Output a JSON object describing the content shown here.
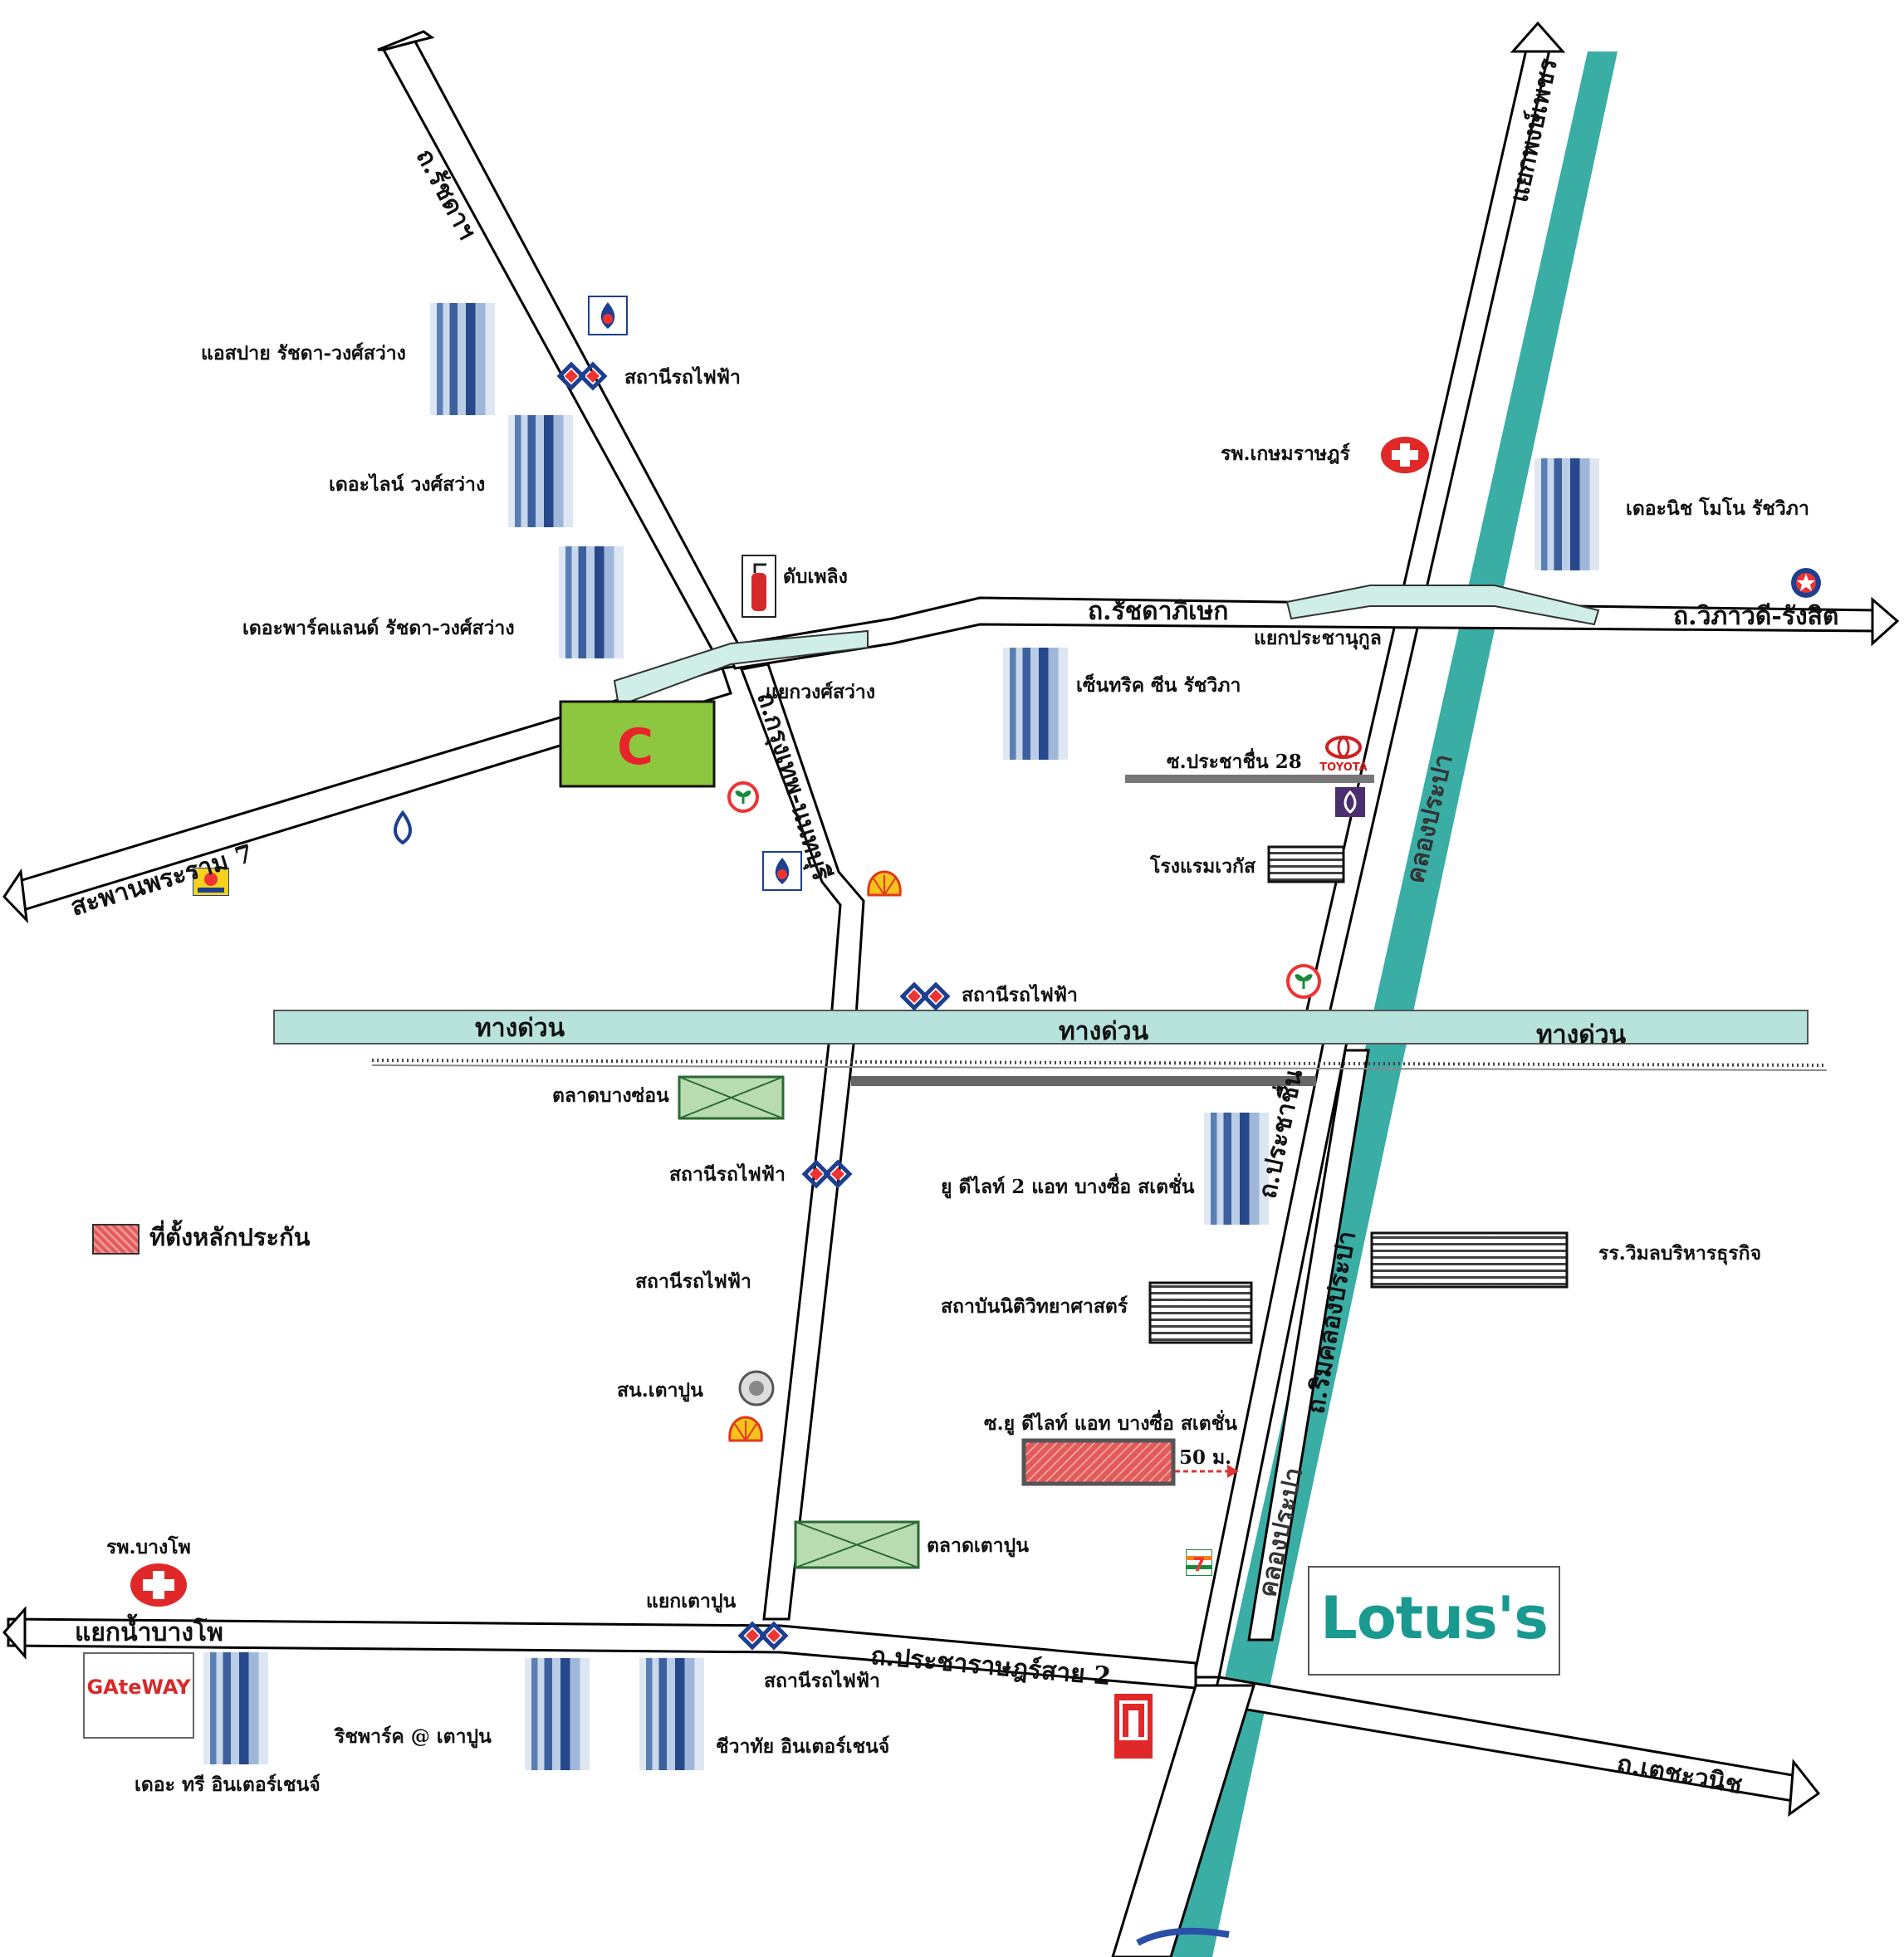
{
  "roads": {
    "north_road": "ถ.รัชดาฯ",
    "ratchadaphisek": "ถ.รัชดาภิเษก",
    "vibhavadi": "ถ.วิภาวดี-รังสิต",
    "phongphet": "แยกพงษ์เพชร",
    "rama7": "สะพานพระราม 7",
    "krungthep_nonthaburi": "ถ.กรุงเทพ-นนทบุรี",
    "pracha_chuen": "ถ.ประชาชื่น",
    "rim_khlong": "ถ.ริมคลองประปา",
    "khlong_prapa_1": "คลองประปา",
    "khlong_prapa_2": "คลองประปา",
    "expressway_1": "ทางด่วน",
    "expressway_2": "ทางด่วน",
    "expressway_3": "ทางด่วน",
    "nam_bang_pho": "แยกน้ำบางโพ",
    "pracharat_sai_2": "ถ.ประชาราษฎร์สาย 2",
    "techawanit": "ถ.เตชะวนิช",
    "soi_pracha_chuen_28": "ซ.ประชาชื่น 28",
    "soi_udelight": "ซ.ยู ดีไลท์ แอท บางซื่อ สเตชั่น"
  },
  "places": {
    "espire": "แอสปาย รัชดา-วงศ์สว่าง",
    "station_wongsawang": "สถานีรถไฟฟ้า",
    "the_line": "เดอะไลน์ วงศ์สว่าง",
    "fire_station": "ดับเพลิง",
    "the_parkland": "เดอะพาร์คแลนด์ รัชดา-วงศ์สว่าง",
    "kaset_hospital": "รพ.เกษมราษฎร์",
    "the_niche": "เดอะนิช โมโน รัชวิภา",
    "yaek_prachanukun": "แยกประชานุกูล",
    "yaek_wongsawang": "แยกวงศ์สว่าง",
    "centric_scene": "เซ็นทริค ซีน รัชวิภา",
    "hotel_wekas": "โรงแรมเวกัส",
    "station_2": "สถานีรถไฟฟ้า",
    "bang_son_market": "ตลาดบางซ่อน",
    "station_3": "สถานีรถไฟฟ้า",
    "udelight_2": "ยู ดีไลท์ 2 แอท บางซื่อ สเตชั่น",
    "wimon_school": "รร.วิมลบริหารธุรกิจ",
    "station_4": "สถานีรถไฟฟ้า",
    "forensic_institute": "สถาบันนิติวิทยาศาสตร์",
    "tao_poon_police": "สน.เตาปูน",
    "distance": "50 ม.",
    "tao_poon_market": "ตลาดเตาปูน",
    "bang_pho_hospital": "รพ.บางโพ",
    "yaek_tao_poon": "แยกเตาปูน",
    "station_tao_poon": "สถานีรถไฟฟ้า",
    "rich_park": "ริชพาร์ค @ เตาปูน",
    "chewathai": "ชีวาทัย อินเตอร์เชนจ์",
    "the_tree": "เดอะ ทรี อินเตอร์เชนจ์"
  },
  "legend": {
    "collateral": "ที่ตั้งหลักประกัน"
  },
  "logos": {
    "lotus": "Lotus's",
    "gateway": "GAteWAY",
    "toyota": "TOYOTA"
  },
  "icons": [
    "mrt-icon",
    "ptt-icon",
    "shell-icon",
    "kbank-icon",
    "bangkok-bank-icon",
    "scb-icon",
    "hospital-icon",
    "fire-extinguisher-icon",
    "toyota-icon",
    "seven-eleven-icon",
    "isuzu-icon",
    "caltex-icon",
    "police-icon",
    "market-icon",
    "building-icon",
    "school-icon",
    "bigc-icon"
  ],
  "colors": {
    "road_fill": "#ffffff",
    "road_edge": "#000000",
    "canal": "#3aada5",
    "expressway": "#b7e3dc",
    "collateral": "#e35a5a",
    "bigc_green": "#8dc63f"
  }
}
